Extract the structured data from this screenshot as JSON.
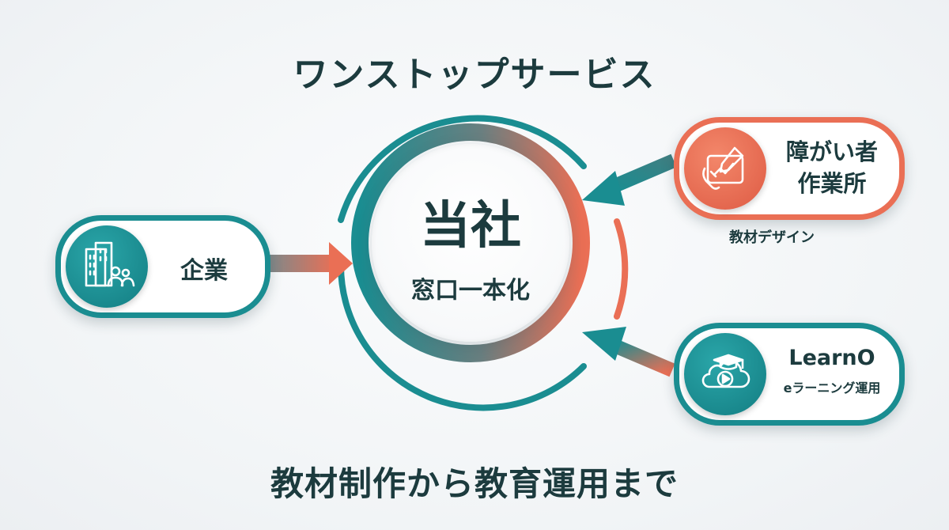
{
  "title": "ワンストップサービス",
  "subtitle": "教材制作から教育運用まで",
  "center": {
    "main": "当社",
    "sub": "窓口一本化"
  },
  "nodes": {
    "company": {
      "label": "企業",
      "icon": "building-people-icon"
    },
    "workshop": {
      "label_line1": "障がい者",
      "label_line2": "作業所",
      "caption": "教材デザイン",
      "icon": "tablet-pen-icon"
    },
    "learno": {
      "label_line1": "LearnO",
      "label_line2": "eラーニング運用",
      "icon": "cloud-graduation-play-icon"
    }
  },
  "colors": {
    "teal": "#1a8d91",
    "orange": "#ea6f55",
    "text": "#1c3b3e"
  }
}
